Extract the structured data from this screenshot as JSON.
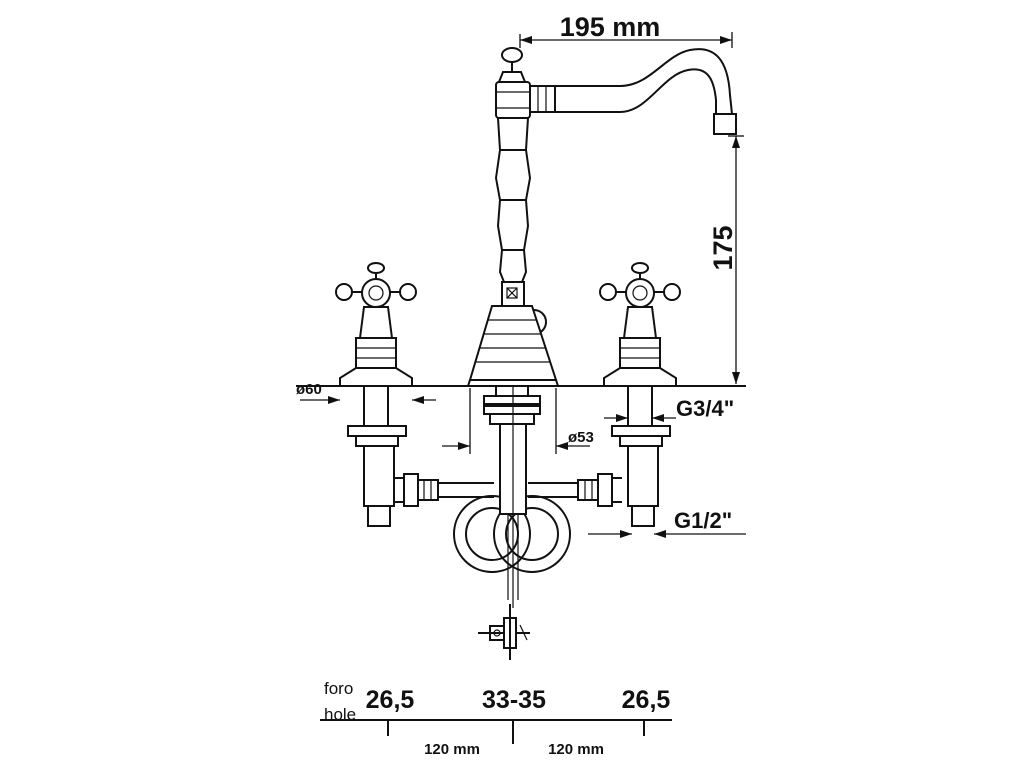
{
  "dimensions": {
    "spout_reach": "195 mm",
    "spout_height": "175",
    "rosette_diameter": "ø60",
    "base_diameter": "ø53",
    "inlet_thread": "G3/4\"",
    "outlet_thread": "G1/2\""
  },
  "holes": {
    "label_line1": "foro",
    "label_line2": "hole",
    "left": "26,5",
    "center": "33-35",
    "right": "26,5",
    "spacing_left": "120 mm",
    "spacing_right": "120 mm"
  }
}
